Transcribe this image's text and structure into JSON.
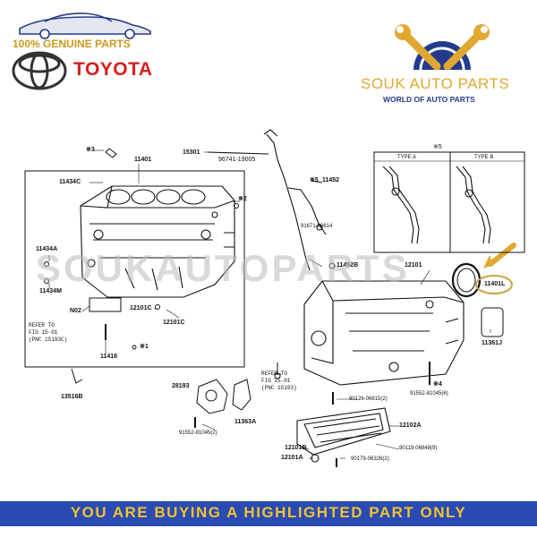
{
  "branding": {
    "genuine_text": "100% GENUINE PARTS",
    "toyota_text": "TOYOTA",
    "souk_name": "SOUK AUTO PARTS",
    "souk_tagline": "WORLD OF AUTO PARTS",
    "watermark": "SOUKAUTOPARTS"
  },
  "footer": {
    "text": "YOU ARE BUYING A HIGHLIGHTED PART ONLY"
  },
  "colors": {
    "gold": "#e0a830",
    "navy": "#233b8c",
    "toyota_red": "#d81e1e",
    "footer_bg": "#2a4bb3",
    "footer_text": "#f2c230",
    "highlight_ring": "#c7a640"
  },
  "inset": {
    "note": "※5",
    "type_a": "TYPE A",
    "type_b": "TYPE B"
  },
  "refer_left": {
    "line1": "REFER TO",
    "line2": "FIG 15-01",
    "line3": "(PNC 15193C)"
  },
  "refer_right": {
    "line1": "REFER TO",
    "line2": "FIG 15-01",
    "line3": "(PNC 15193)"
  },
  "highlighted_part": "11401L",
  "part_labels": [
    "※3",
    "11401",
    "11434C",
    "※2",
    "11434A",
    "11434M",
    "N02",
    "12101C",
    "12101C",
    "※1",
    "11416",
    "13516B",
    "15301",
    "96741-19005",
    "※5",
    "11452",
    "91671-80614",
    "11452B",
    "12101",
    "11401L",
    "11361J",
    "28193",
    "11363A",
    "91552-81045(2)",
    "90126-06815(2)",
    "※4",
    "91552-81045(6)",
    "12102A",
    "12101B",
    "12101A",
    "90119-06848(9)",
    "90179-06326(2)"
  ]
}
